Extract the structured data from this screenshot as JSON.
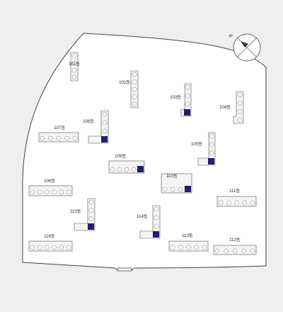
{
  "compass": {
    "label": "N"
  },
  "buildings": [
    {
      "id": "101동",
      "kind": "v"
    },
    {
      "id": "102동",
      "kind": "v"
    },
    {
      "id": "103동",
      "kind": "l"
    },
    {
      "id": "104동",
      "kind": "v"
    },
    {
      "id": "105동",
      "kind": "l"
    },
    {
      "id": "106동",
      "kind": "v"
    },
    {
      "id": "107동",
      "kind": "h"
    },
    {
      "id": "108동",
      "kind": "h"
    },
    {
      "id": "109동",
      "kind": "h"
    },
    {
      "id": "110동",
      "kind": "h"
    },
    {
      "id": "111동",
      "kind": "h"
    },
    {
      "id": "112동",
      "kind": "h"
    },
    {
      "id": "113동",
      "kind": "h"
    },
    {
      "id": "114동",
      "kind": "v"
    },
    {
      "id": "115동",
      "kind": "v"
    },
    {
      "id": "116동",
      "kind": "h"
    }
  ]
}
